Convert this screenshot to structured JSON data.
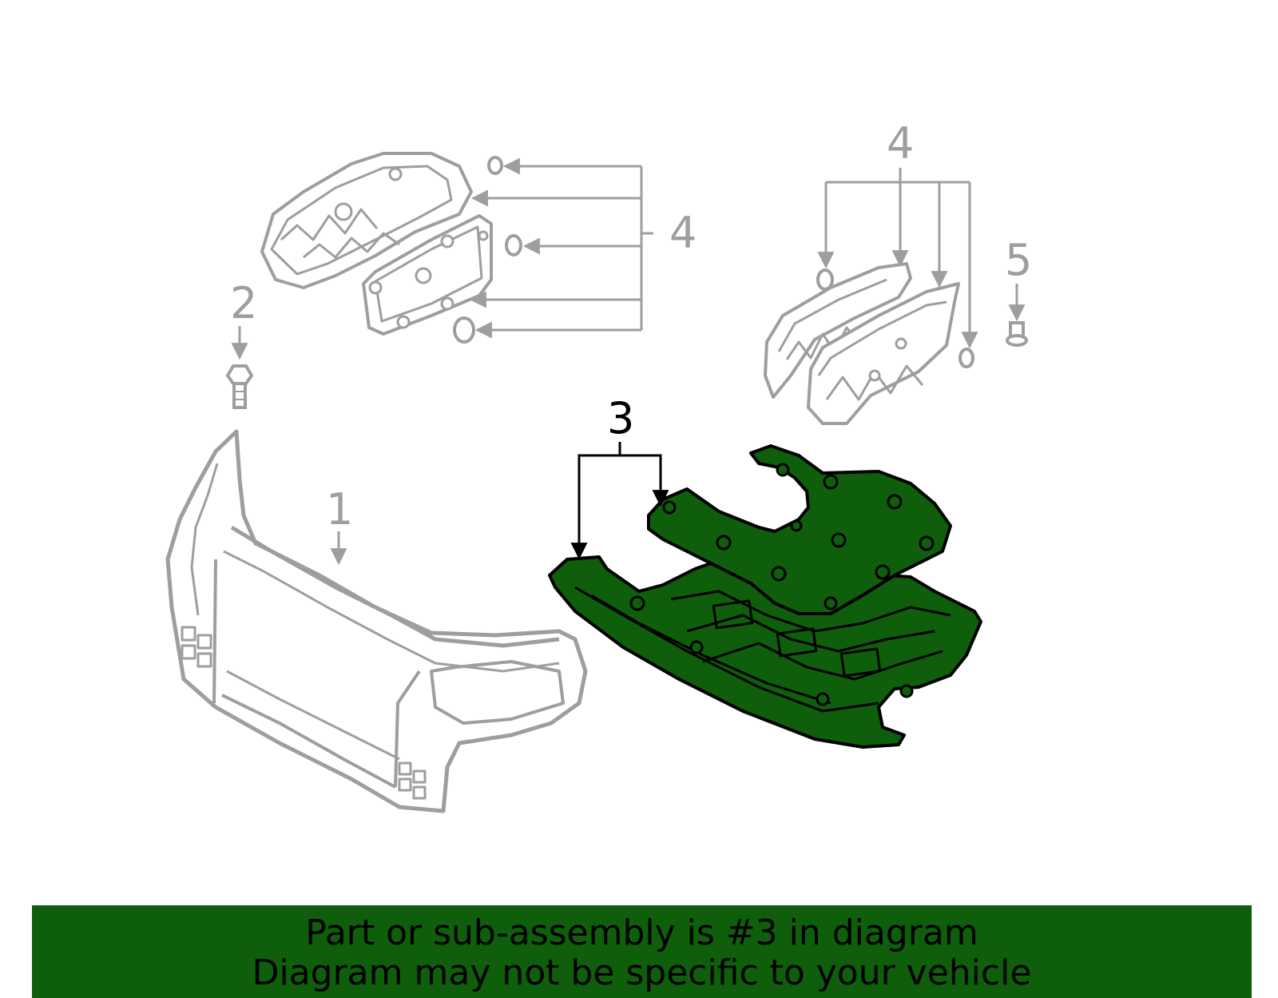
{
  "callouts": {
    "c1": "1",
    "c2": "2",
    "c3": "3",
    "c4a": "4",
    "c4b": "4",
    "c5": "5"
  },
  "banner": {
    "line1": "Part or sub-assembly is #3 in diagram",
    "line2": "Diagram may not be specific to your vehicle"
  },
  "colors": {
    "highlight": "#0e5e0b",
    "line_gray": "#9e9e9e",
    "outline_black": "#000000",
    "banner_bg": "#0e5e0b"
  }
}
